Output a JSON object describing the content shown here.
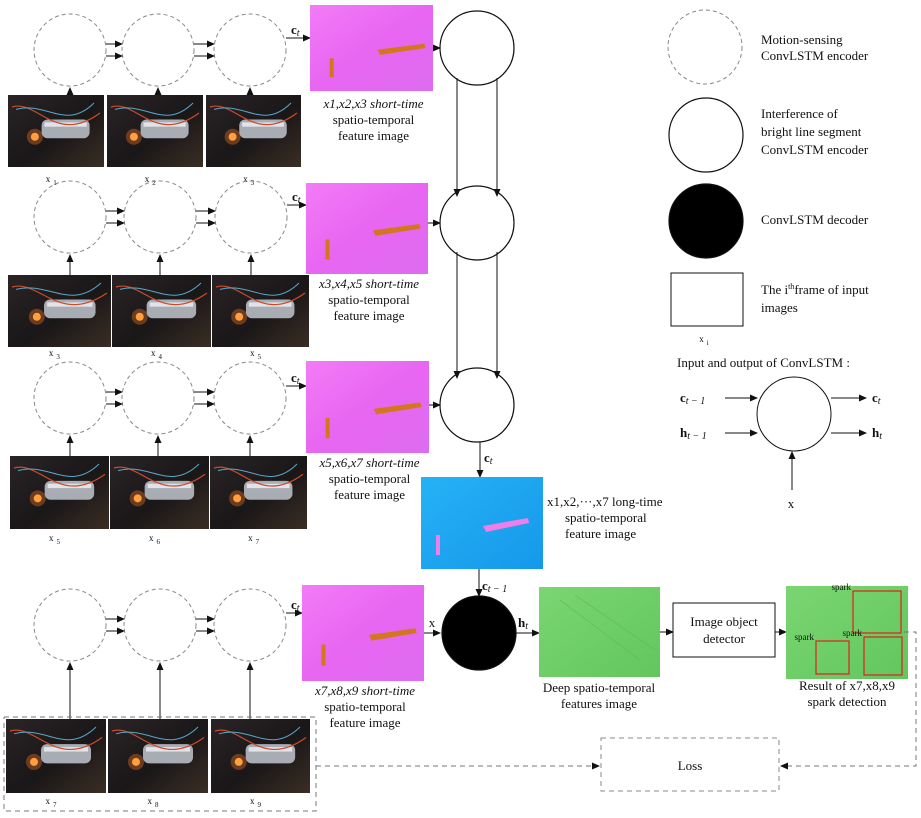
{
  "colors": {
    "magenta_feature": "#ee66f4",
    "orange_streak": "#d4761b",
    "blue_feature": "#1ea6f2",
    "green_feature": "#6fd06a",
    "detection_box": "#e0201b",
    "photo_dark": "#1d1b1c",
    "encoder_dashed": "#888888"
  },
  "rows": [
    {
      "frames": [
        "x 1",
        "x 2",
        "x 3"
      ],
      "caption": [
        "x1,x2,x3 short-time",
        "spatio-temporal",
        "feature image"
      ],
      "state_label": "ct"
    },
    {
      "frames": [
        "x 3",
        "x 4",
        "x 5"
      ],
      "caption": [
        "x3,x4,x5 short-time",
        "spatio-temporal",
        "feature image"
      ],
      "state_label": "ct"
    },
    {
      "frames": [
        "x 5",
        "x 6",
        "x 7"
      ],
      "caption": [
        "x5,x6,x7 short-time",
        "spatio-temporal",
        "feature image"
      ],
      "state_label": "ct"
    },
    {
      "frames": [
        "x 7",
        "x 8",
        "x 9"
      ],
      "caption": [
        "x7,x8,x9 short-time",
        "spatio-temporal",
        "feature image"
      ],
      "state_label": "ct"
    }
  ],
  "long_time": {
    "state_label_top": "ct",
    "caption": [
      "x1,x2,···,x7 long-time",
      "spatio-temporal",
      "feature image"
    ],
    "state_label_bottom": "ct − 1"
  },
  "decoder": {
    "input_label": "x",
    "output_label": "ht",
    "deep_caption": [
      "Deep spatio-temporal",
      "features image"
    ],
    "detector_label": [
      "Image object",
      "detector"
    ],
    "result_caption": [
      "Result of x7,x8,x9",
      "spark detection"
    ],
    "spark_label": "spark",
    "loss_label": "Loss"
  },
  "legend": {
    "motion": [
      "Motion-sensing",
      "ConvLSTM encoder"
    ],
    "interference": [
      "Interference of",
      "bright line segment",
      "ConvLSTM encoder"
    ],
    "decoder": "ConvLSTM decoder",
    "frame": [
      "The i",
      "th",
      "frame of input",
      "images"
    ],
    "frame_sub": "x i",
    "io_title": "Input and output of ConvLSTM :",
    "io_inputs": [
      "ct − 1",
      "ht − 1"
    ],
    "io_outputs": [
      "ct",
      "ht"
    ],
    "io_x": "x"
  }
}
